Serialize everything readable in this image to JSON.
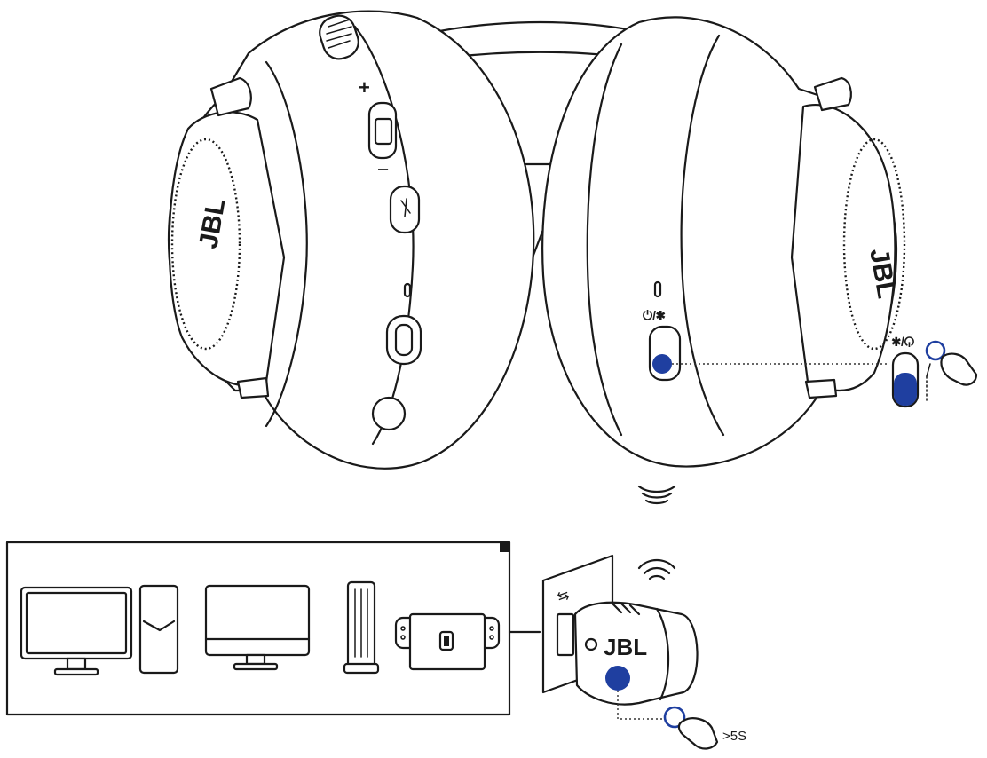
{
  "dongle": {
    "brand": "JBL",
    "hold_time": ">5S"
  },
  "headphones": {
    "left_cup_logo": "JBL",
    "right_cup_logo": "JBL",
    "volume_plus": "+",
    "volume_minus": "–",
    "power_pair_label": "⏻/✱"
  },
  "usb_port_label": "⇆",
  "colors": {
    "accent": "#1f3fa0",
    "line": "#1a1a1a"
  },
  "devices": [
    {
      "name": "pc-monitor-with-tower"
    },
    {
      "name": "mac-monitor"
    },
    {
      "name": "console-tower"
    },
    {
      "name": "handheld-console-dock"
    }
  ]
}
